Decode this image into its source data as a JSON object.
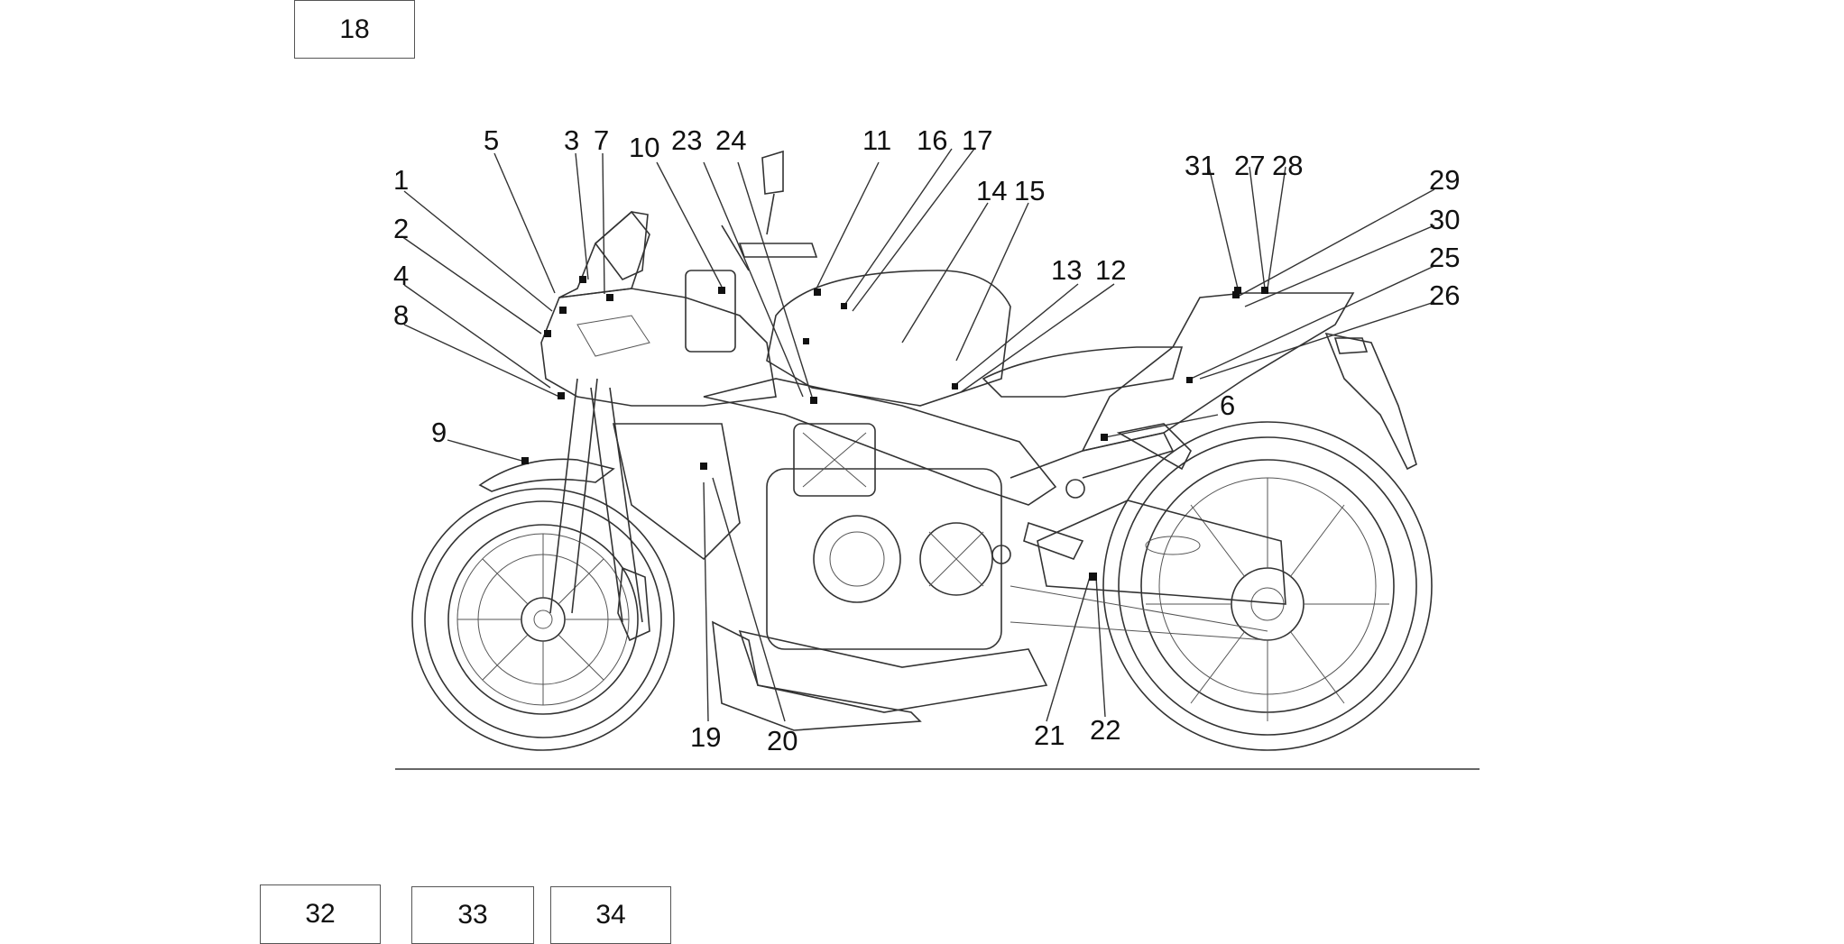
{
  "top_box": "18",
  "bottom_boxes": [
    "32",
    "33",
    "34"
  ],
  "callouts": [
    "1",
    "2",
    "3",
    "4",
    "5",
    "6",
    "7",
    "8",
    "9",
    "10",
    "11",
    "12",
    "13",
    "14",
    "15",
    "16",
    "17",
    "19",
    "20",
    "21",
    "22",
    "23",
    "24",
    "25",
    "26",
    "27",
    "28",
    "29",
    "30",
    "31"
  ],
  "subject": "motorcycle-side-view"
}
